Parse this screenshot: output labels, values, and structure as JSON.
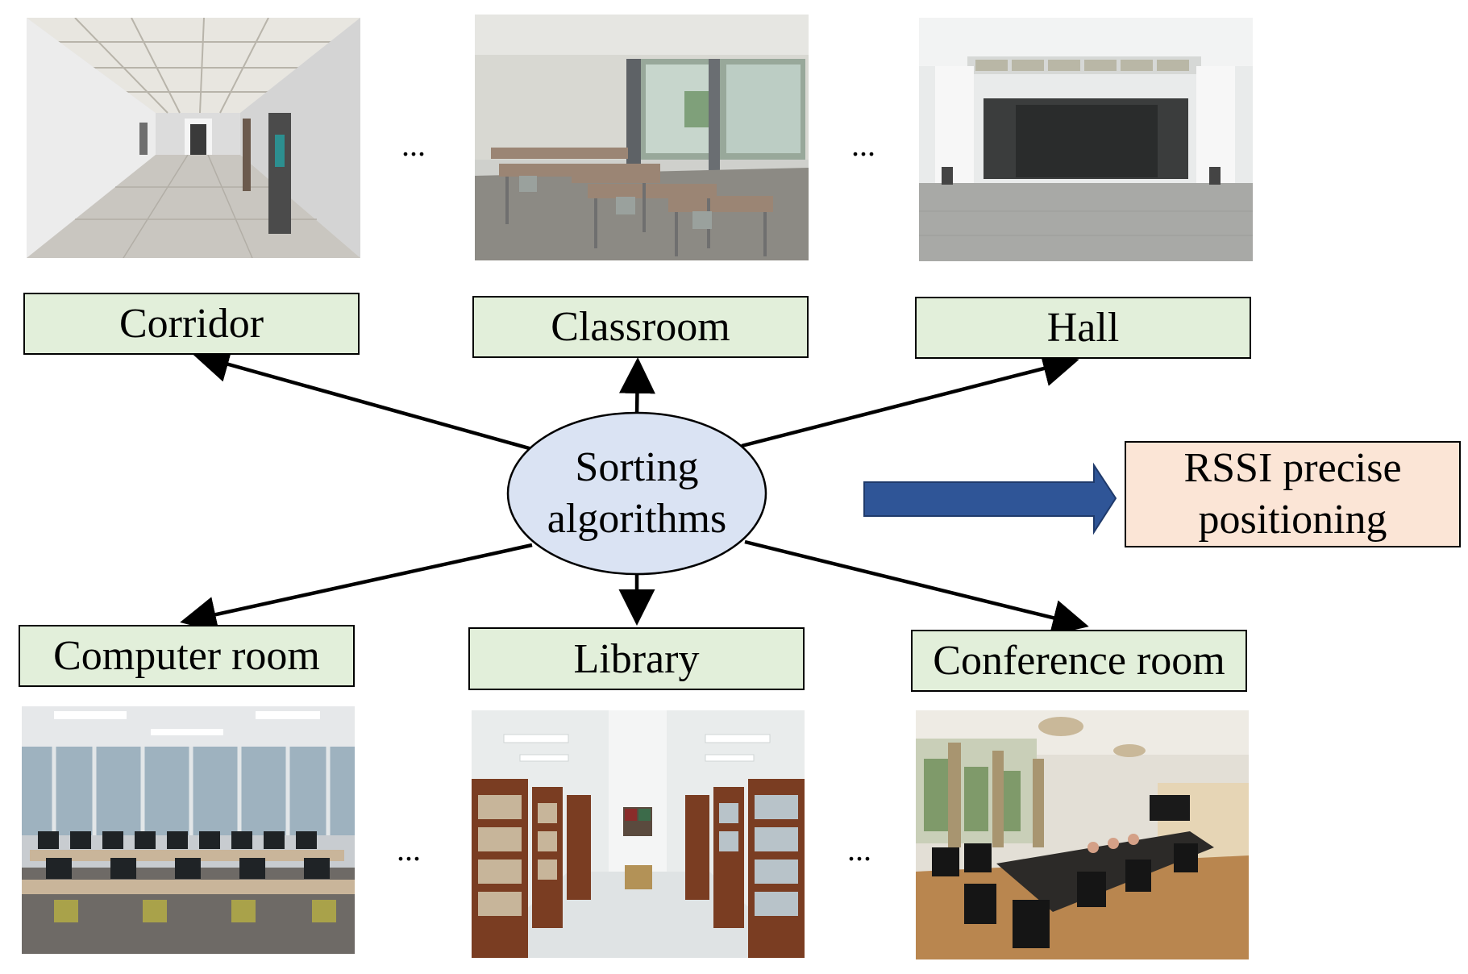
{
  "center": {
    "line1": "Sorting",
    "line2": "algorithms"
  },
  "result": {
    "line1": "RSSI precise",
    "line2": "positioning"
  },
  "ellipsis": "...",
  "rooms": {
    "corridor": "Corridor",
    "classroom": "Classroom",
    "hall": "Hall",
    "computer_room": "Computer room",
    "library": "Library",
    "conference_room": "Conference room"
  },
  "colors": {
    "label_fill": "#e2efda",
    "center_fill": "#dae3f3",
    "result_fill": "#fbe5d6",
    "big_arrow": "#2f5597"
  }
}
